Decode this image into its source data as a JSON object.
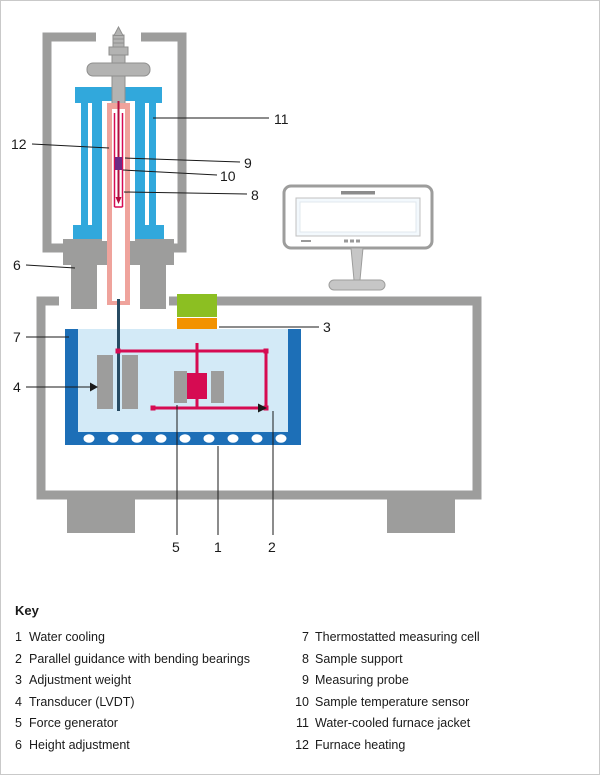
{
  "diagram": {
    "callouts": {
      "n1": "1",
      "n2": "2",
      "n3": "3",
      "n4": "4",
      "n5": "5",
      "n6": "6",
      "n7": "7",
      "n8": "8",
      "n9": "9",
      "n10": "10",
      "n11": "11",
      "n12": "12"
    }
  },
  "key": {
    "title": "Key",
    "left": [
      {
        "num": "1",
        "label": "Water cooling"
      },
      {
        "num": "2",
        "label": "Parallel guidance with bending bearings"
      },
      {
        "num": "3",
        "label": "Adjustment weight"
      },
      {
        "num": "4",
        "label": "Transducer (LVDT)"
      },
      {
        "num": "5",
        "label": "Force generator"
      },
      {
        "num": "6",
        "label": "Height adjustment"
      }
    ],
    "right": [
      {
        "num": "7",
        "label": "Thermostatted measuring cell"
      },
      {
        "num": "8",
        "label": "Sample support"
      },
      {
        "num": "9",
        "label": "Measuring probe"
      },
      {
        "num": "10",
        "label": "Sample temperature sensor"
      },
      {
        "num": "11",
        "label": "Water-cooled furnace jacket"
      },
      {
        "num": "12",
        "label": "Furnace heating"
      }
    ]
  },
  "colors": {
    "frame_gray": "#9d9d9c",
    "furnace_cyan": "#31a8dc",
    "cell_dark_blue": "#1d6fb7",
    "cell_light_blue": "#d3eaf7",
    "heater_salmon": "#efa39c",
    "linkage_crimson": "#d60b52",
    "weight_green": "#8cbf22",
    "weight_orange": "#f29200",
    "sensor_purple": "#6d2a85"
  }
}
